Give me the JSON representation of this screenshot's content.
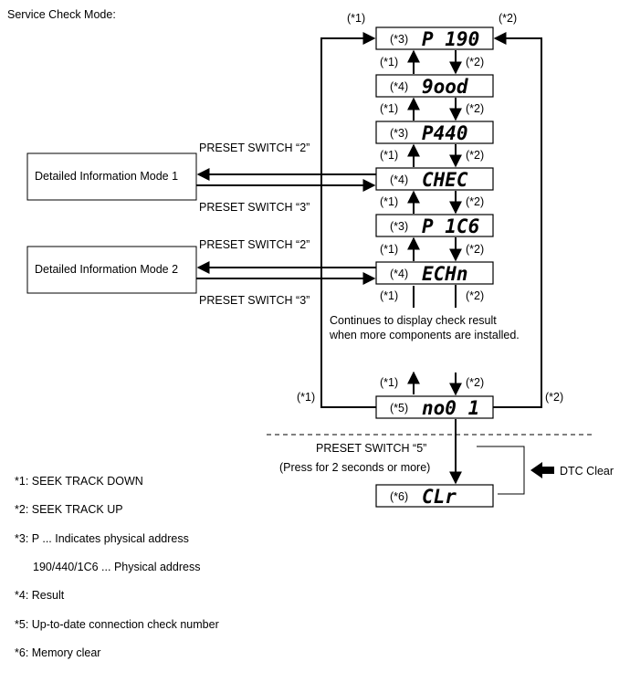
{
  "title": "Service Check Mode:",
  "displays": [
    {
      "id": "d1",
      "tag": "(*3)",
      "code": "P 190"
    },
    {
      "id": "d2",
      "tag": "(*4)",
      "code": "9ood"
    },
    {
      "id": "d3",
      "tag": "(*3)",
      "code": "P440"
    },
    {
      "id": "d4",
      "tag": "(*4)",
      "code": "CHEC"
    },
    {
      "id": "d5",
      "tag": "(*3)",
      "code": "P 1C6"
    },
    {
      "id": "d6",
      "tag": "(*4)",
      "code": "ECHn"
    },
    {
      "id": "d7",
      "tag": "(*5)",
      "code": "no0 1"
    },
    {
      "id": "d8",
      "tag": "(*6)",
      "code": "CLr"
    }
  ],
  "arrow_labels": {
    "up": "(*1)",
    "down": "(*2)"
  },
  "detail_modes": [
    "Detailed Information Mode 1",
    "Detailed Information Mode 2"
  ],
  "preset_switch_2": "PRESET SWITCH “2”",
  "preset_switch_3": "PRESET SWITCH “3”",
  "preset_switch_5": "PRESET SWITCH “5”",
  "press_note": "(Press for 2 seconds or more)",
  "continues_line1": "Continues to display check result",
  "continues_line2": "when more components are installed.",
  "dtc_clear": "DTC Clear",
  "legend": [
    "*1: SEEK TRACK DOWN",
    "*2: SEEK TRACK UP",
    "*3: P ... Indicates physical address",
    "190/440/1C6 ... Physical address",
    "*4: Result",
    "*5: Up-to-date connection check number",
    "*6: Memory clear"
  ]
}
